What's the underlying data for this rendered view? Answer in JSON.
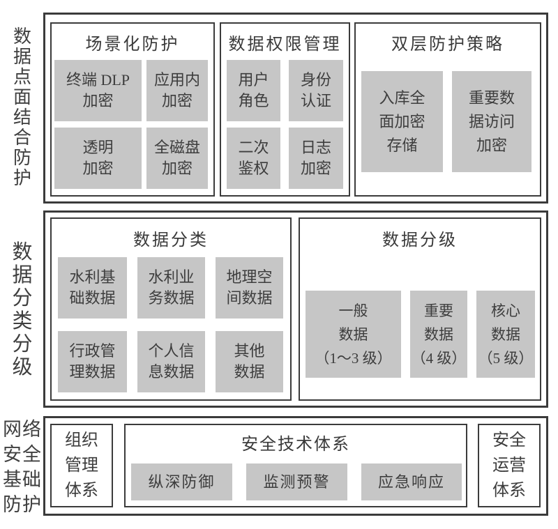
{
  "palette": {
    "border": "#3b3b3b",
    "cell_fill": "#c6c6c6",
    "text": "#3d3d3d",
    "background": "#ffffff"
  },
  "side_labels": [
    {
      "name": "数据点面结合防护",
      "text": "数\n据\n点\n面\n结\n合\n防\n护"
    },
    {
      "name": "数据分类分级",
      "text": "数\n据\n分\n类\n分\n级"
    },
    {
      "name": "网络安全基础防护",
      "text": "网络\n安全\n基础\n防护"
    }
  ],
  "rows": [
    {
      "name": "数据点面结合防护",
      "panels": [
        {
          "title": "场景化防护",
          "items": [
            "终端 DLP\n加密",
            "应用内\n加密",
            "透明\n加密",
            "全磁盘\n加密"
          ]
        },
        {
          "title": "数据权限管理",
          "items": [
            "用户\n角色",
            "身份\n认证",
            "二次\n鉴权",
            "日志\n加密"
          ]
        },
        {
          "title": "双层防护策略",
          "items": [
            "入库全\n面加密\n存储",
            "重要数\n据访问\n加密"
          ]
        }
      ]
    },
    {
      "name": "数据分类分级",
      "panels": [
        {
          "title": "数据分类",
          "items": [
            "水利基\n础数据",
            "水利业\n务数据",
            "地理空\n间数据",
            "行政管\n理数据",
            "个人信\n息数据",
            "其他\n数据"
          ]
        },
        {
          "title": "数据分级",
          "items": [
            "一般\n数据\n（1～3 级）",
            "重要\n数据\n（4 级）",
            "核心\n数据\n（5 级）"
          ]
        }
      ]
    },
    {
      "name": "网络安全基础防护",
      "panels": [
        {
          "label": "组织\n管理\n体系"
        },
        {
          "title": "安全技术体系",
          "items": [
            "纵深防御",
            "监测预警",
            "应急响应"
          ]
        },
        {
          "label": "安全\n运营\n体系"
        }
      ]
    }
  ]
}
